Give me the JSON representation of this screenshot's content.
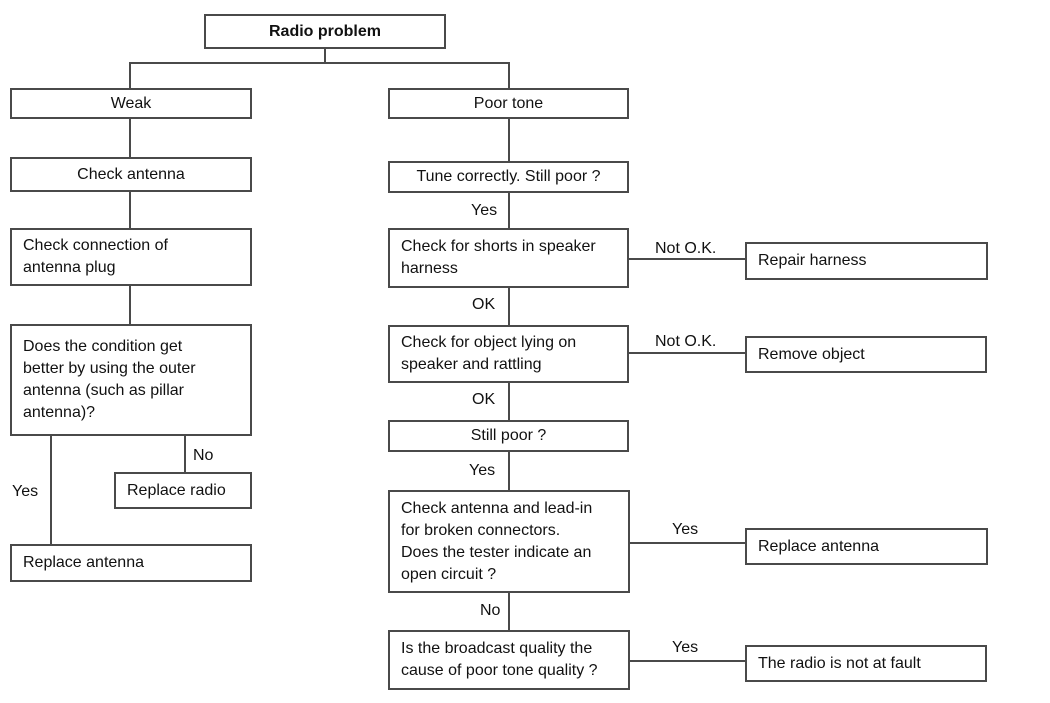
{
  "diagram": {
    "title": "Radio problem",
    "colors": {
      "background": "#ffffff",
      "line": "#4a4a4a",
      "text": "#111111"
    },
    "nodes": {
      "root": "Radio problem",
      "weak": "Weak",
      "poor_tone": "Poor tone",
      "check_antenna": "Check antenna",
      "check_connection": "Check connection of\nantenna plug",
      "condition_better": "Does the condition get\nbetter by using the outer\nantenna (such as pillar\nantenna)?",
      "replace_radio": "Replace radio",
      "replace_antenna_left": "Replace antenna",
      "tune_correctly": "Tune correctly. Still poor ?",
      "check_shorts": "Check for shorts in speaker\nharness",
      "repair_harness": "Repair harness",
      "check_object": "Check for object lying on\nspeaker and rattling",
      "remove_object": "Remove object",
      "still_poor": "Still poor ?",
      "check_leadin": "Check antenna and lead-in\nfor broken connectors.\nDoes the tester indicate an\nopen circuit ?",
      "replace_antenna_right": "Replace antenna",
      "broadcast_quality": "Is the broadcast quality the\ncause of poor tone quality ?",
      "radio_not_fault": "The radio is not at fault"
    },
    "edge_labels": {
      "yes_condition": "Yes",
      "no_condition": "No",
      "yes_tune": "Yes",
      "not_ok_shorts": "Not O.K.",
      "ok_shorts": "OK",
      "not_ok_object": "Not O.K.",
      "ok_object": "OK",
      "yes_still_poor": "Yes",
      "yes_leadin": "Yes",
      "no_leadin": "No",
      "yes_broadcast": "Yes",
      "no_broadcast_implicit": ""
    }
  }
}
